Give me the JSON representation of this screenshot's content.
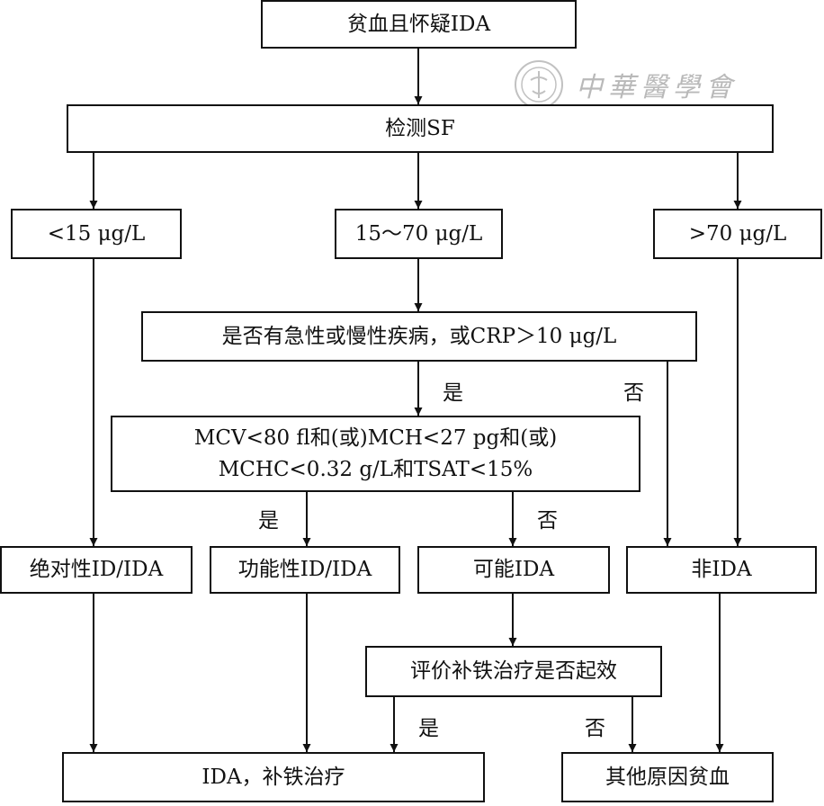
{
  "nodes": {
    "start": "贫血且怀疑IDA",
    "test_sf": "检测SF",
    "sf_low": "<15 μg/L",
    "sf_mid": "15～70 μg/L",
    "sf_high": ">70 μg/L",
    "inflammation_q": "是否有急性或慢性疾病，或CRP＞10 μg/L",
    "indices_line1": "MCV<80 fl和(或)MCH<27 pg和(或)",
    "indices_line2": "MCHC<0.32 g/L和TSAT<15%",
    "absolute_id": "绝对性ID/IDA",
    "functional_id": "功能性ID/IDA",
    "possible_ida": "可能IDA",
    "non_ida": "非IDA",
    "evaluate": "评价补铁治疗是否起效",
    "ida_treat": "IDA，补铁治疗",
    "other_anemia": "其他原因贫血"
  },
  "labels": {
    "inflam_yes": "是",
    "inflam_no": "否",
    "indices_yes": "是",
    "indices_no": "否",
    "eval_yes": "是",
    "eval_no": "否"
  },
  "watermark": {
    "text": "中華醫學會",
    "logo_icon": "seal-logo-icon"
  },
  "colors": {
    "line": "#111111",
    "watermark": "#666666"
  }
}
